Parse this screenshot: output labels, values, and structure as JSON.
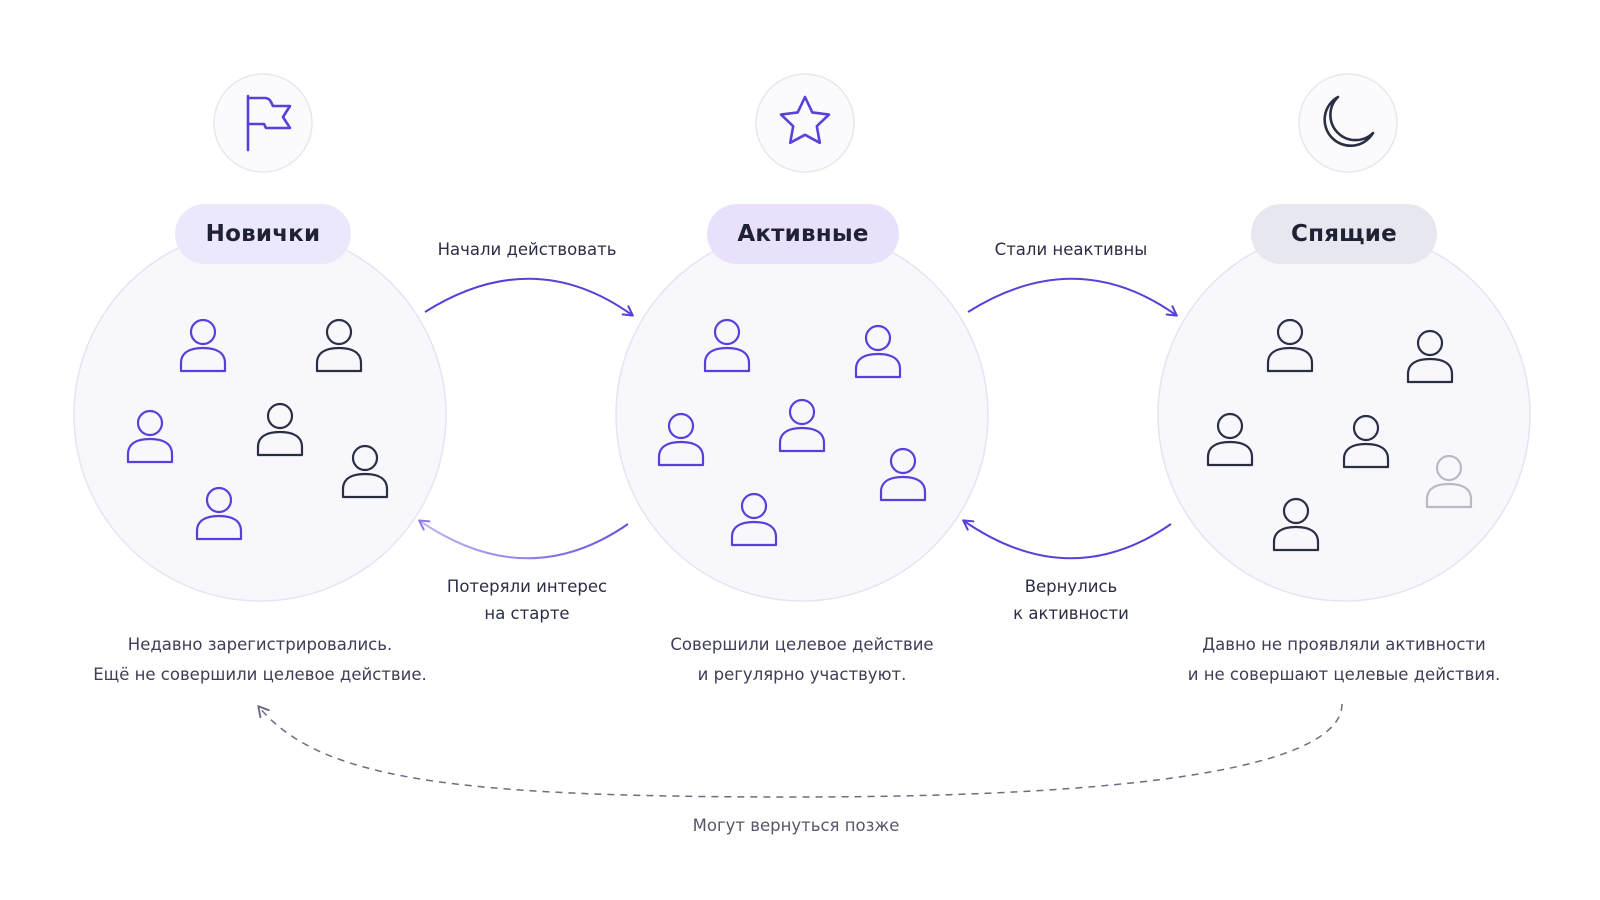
{
  "stages": [
    {
      "id": "new",
      "title": "Новички",
      "icon": "flag-icon",
      "description": [
        "Недавно зарегистрировались.",
        "Ещё не совершили целевое действие."
      ],
      "users": 6
    },
    {
      "id": "active",
      "title": "Активные",
      "icon": "star-icon",
      "description": [
        "Совершили целевое действие",
        "и регулярно участвуют."
      ],
      "users": 6
    },
    {
      "id": "sleeping",
      "title": "Спящие",
      "icon": "moon-icon",
      "description": [
        "Давно не проявляли активности",
        "и не совершают целевые действия."
      ],
      "users": 6
    }
  ],
  "transitions": {
    "new_to_active": "Начали действовать",
    "active_to_new": [
      "Потеряли интерес",
      "на старте"
    ],
    "active_to_sleeping": "Стали неактивны",
    "sleeping_to_active": [
      "Вернулись",
      "к активности"
    ],
    "sleeping_to_new": "Могут вернуться позже"
  },
  "colors": {
    "accent": "#5b3fd9",
    "accent_light": "#a58ef0",
    "dark": "#2b2f45",
    "muted": "#b9bac4",
    "circle_fill": "#f8f7fc",
    "circle_stroke": "#e6e3f3"
  }
}
